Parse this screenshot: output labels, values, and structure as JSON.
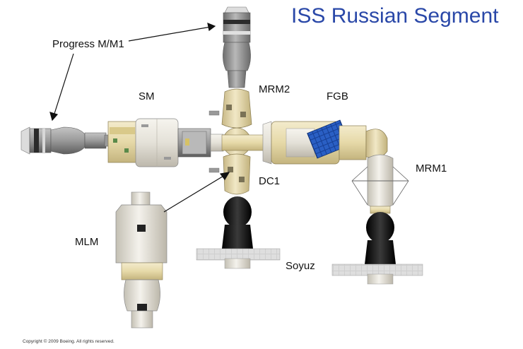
{
  "title": "ISS Russian Segment",
  "labels": {
    "progress": "Progress M/M1",
    "sm": "SM",
    "mrm2": "MRM2",
    "fgb": "FGB",
    "mrm1": "MRM1",
    "dc1": "DC1",
    "mlm": "MLM",
    "soyuz": "Soyuz"
  },
  "copyright": "Copyright © 2009 Boeing. All rights reserved.",
  "colors": {
    "title": "#2a48a8",
    "module_light": "#e9e6de",
    "module_beige": "#e8dcb0",
    "soyuz_black": "#111111",
    "fgb_panel": "#1e50b4",
    "solar_array": "#c8c8c8"
  }
}
